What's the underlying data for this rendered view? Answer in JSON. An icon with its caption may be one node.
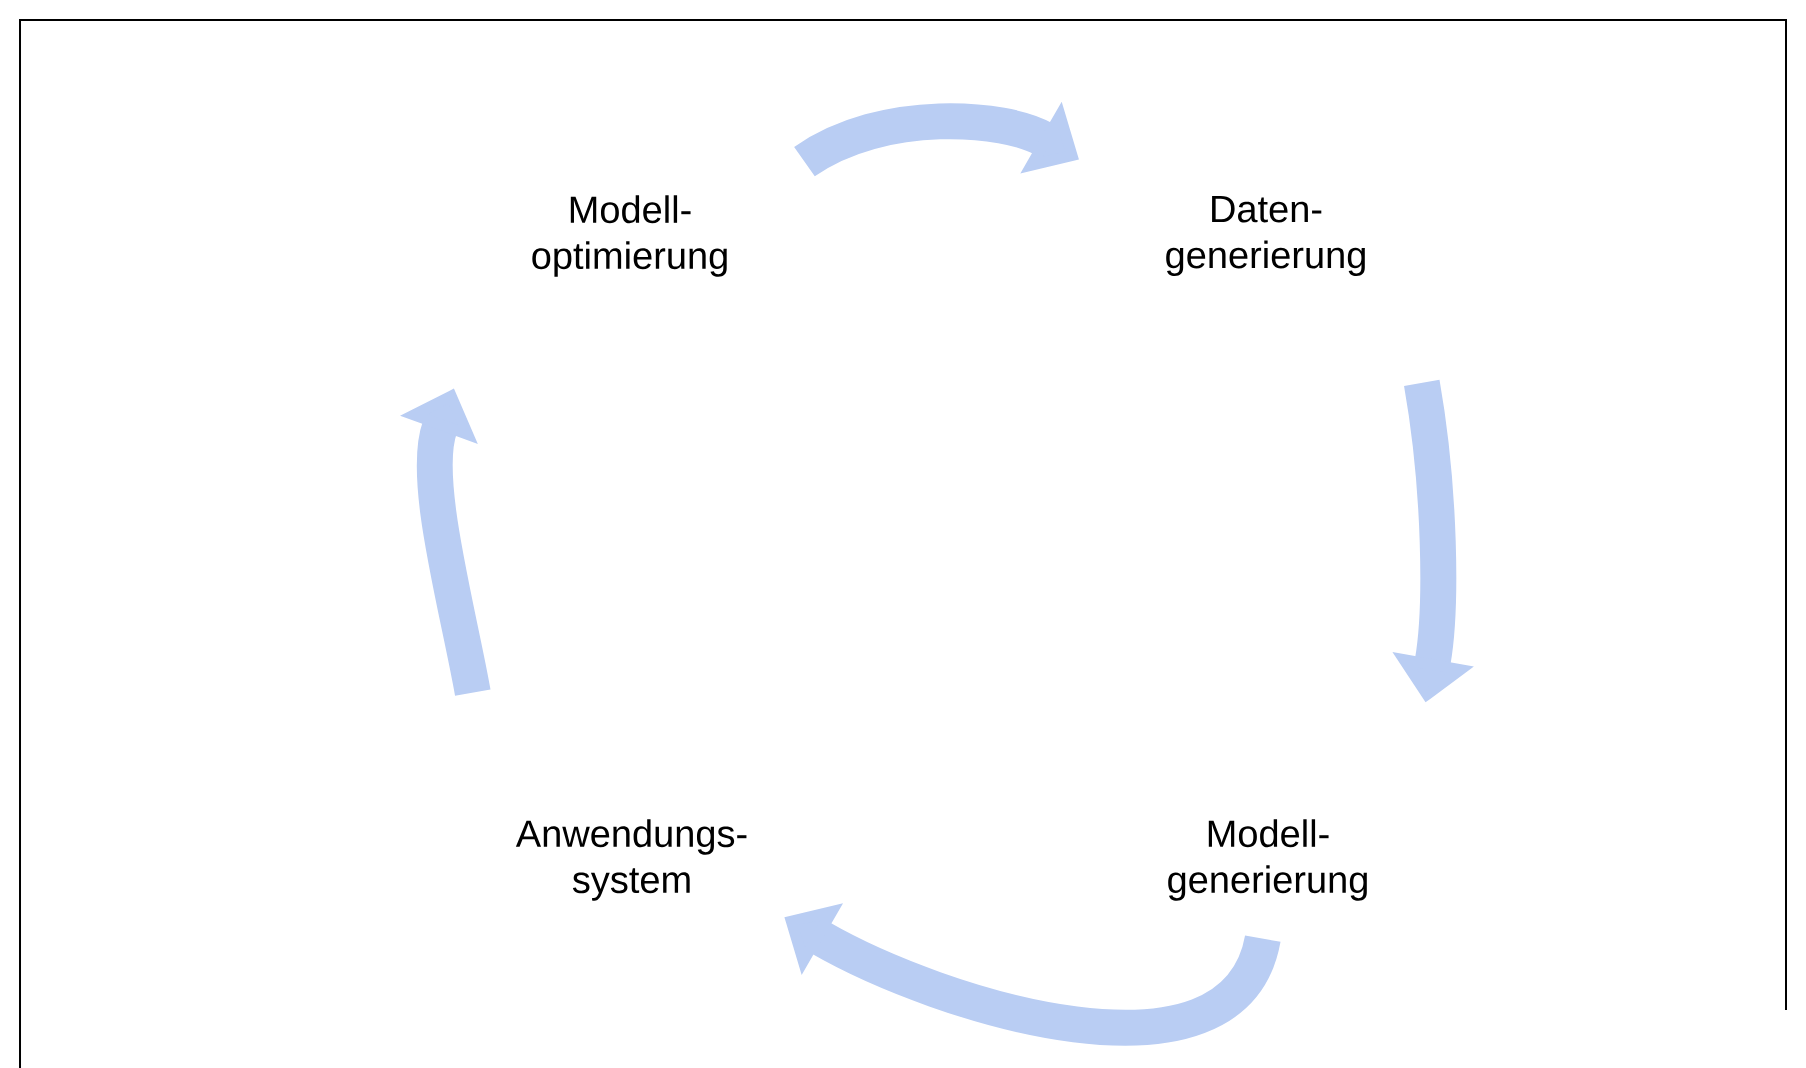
{
  "diagram": {
    "nodes": [
      {
        "text": [
          "Modell- optimierung"
        ]
      },
      {
        "text": [
          "Daten- generierung"
        ]
      },
      {
        "text": [
          "Anwendungs- system"
        ]
      },
      {
        "text": [
          "Modell- generierung"
        ]
      }
    ],
    "edges": [
      {
        "from": 0,
        "to": 1,
        "arrow": "to"
      },
      {
        "from": 1,
        "to": 3,
        "arrow": "to"
      },
      {
        "from": 3,
        "to": 2,
        "arrow": "to"
      },
      {
        "from": 2,
        "to": 0,
        "arrow": "to"
      }
    ]
  }
}
